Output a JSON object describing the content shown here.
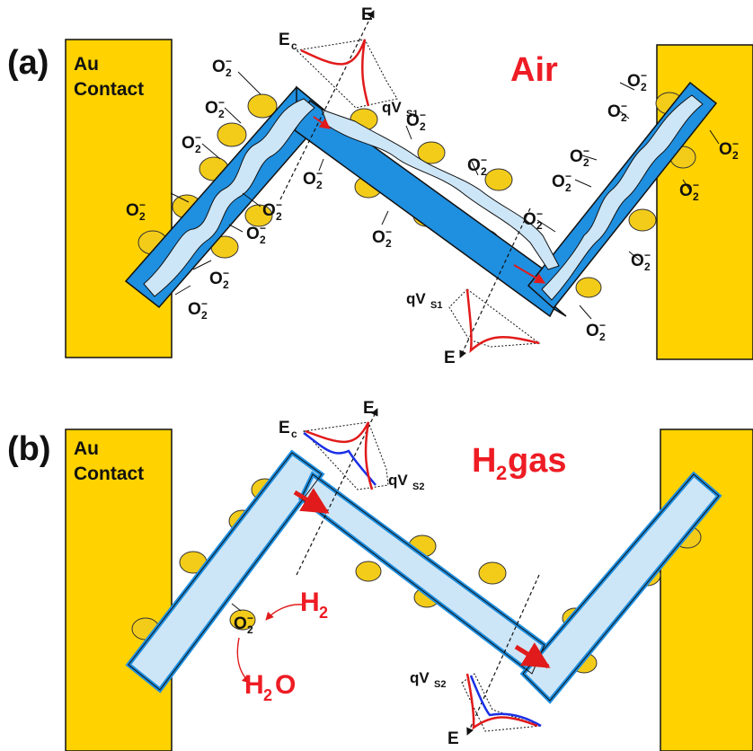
{
  "panels": [
    {
      "panel_label": "(a)",
      "contact_label_line1": "Au",
      "contact_label_line2": "Contact",
      "ambient": "Air",
      "ec_label": "E",
      "ec_sub": "c",
      "axis_label": "E",
      "barrier_label": "qV",
      "barrier_sub": "S1",
      "adsorbate": "O",
      "adsorbate_sub": "2",
      "adsorbate_sup": "−"
    },
    {
      "panel_label": "(b)",
      "contact_label_line1": "Au",
      "contact_label_line2": "Contact",
      "ambient_main": "H",
      "ambient_sub": "2",
      "ambient_rest": " gas",
      "ec_label": "E",
      "ec_sub": "c",
      "axis_label": "E",
      "barrier_label": "qV",
      "barrier_sub": "S2",
      "adsorbate": "O",
      "adsorbate_sub": "2",
      "adsorbate_sup": "−",
      "reactant_main": "H",
      "reactant_sub": "2",
      "product_main": "H",
      "product_sub": "2",
      "product_rest": "O"
    }
  ],
  "colors": {
    "contact": "#ffd200",
    "nanowire_shell": "#1f8fe0",
    "nanowire_core": "#cde6f7",
    "particle": "#f3cc1a",
    "band_air": "#e11b1b",
    "band_gas": "#1a2fe6",
    "arrow": "#e11b1b"
  }
}
